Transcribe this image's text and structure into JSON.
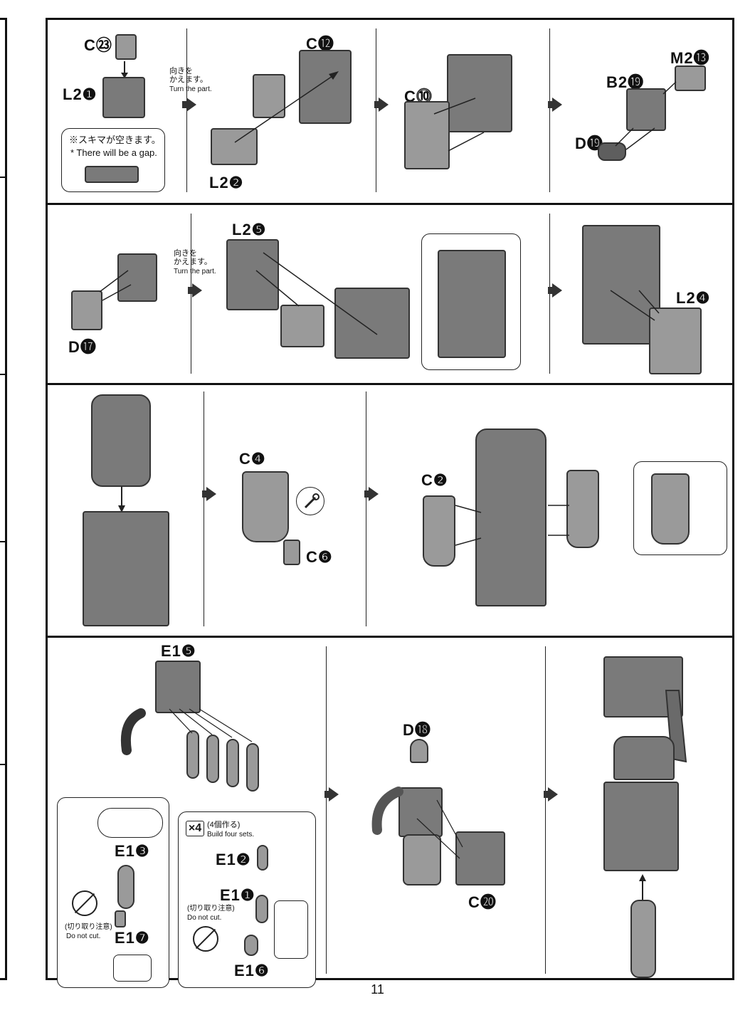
{
  "page": {
    "number": "11"
  },
  "turn_note": {
    "jp": "向きを\nかえます。",
    "en": "Turn the part."
  },
  "row1": {
    "c23": "C㉓",
    "l21": "L2❶",
    "gap_jp": "※スキマが空きます。",
    "gap_en": "* There will be a gap.",
    "c12": "C⓬",
    "l22": "L2❷",
    "c10": "C⓾",
    "m213": "M2⓭",
    "b219": "B2⓳",
    "d19": "D⓳"
  },
  "row2": {
    "l25": "L2❺",
    "d17": "D⓱",
    "l24": "L2❹"
  },
  "row3": {
    "c4": "C❹",
    "c6": "C❻",
    "c2": "C❷"
  },
  "row4": {
    "e15": "E1❺",
    "e13": "E1❸",
    "e17": "E1❼",
    "donotcut_jp": "(切り取り注意)",
    "donotcut_en": "Do not cut.",
    "x4": "×4",
    "x4_jp": "(4個作る)",
    "x4_en": "Build four sets.",
    "e12": "E1❷",
    "e11": "E1❶",
    "e16": "E1❻",
    "d18": "D⓲",
    "c20": "C⓴"
  }
}
